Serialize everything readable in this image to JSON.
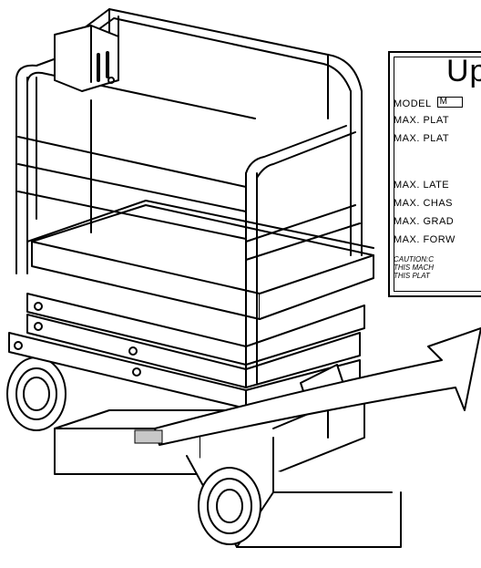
{
  "plate": {
    "brand": "Up",
    "model_label": "MODEL",
    "model_box_text": "M",
    "rows": [
      "MAX. PLAT",
      "MAX. PLAT",
      "MAX. LATE",
      "MAX. CHAS",
      "MAX. GRAD",
      "MAX. FORW"
    ],
    "caution": [
      "CAUTION:C",
      "THIS MACH",
      "THIS PLAT"
    ]
  }
}
